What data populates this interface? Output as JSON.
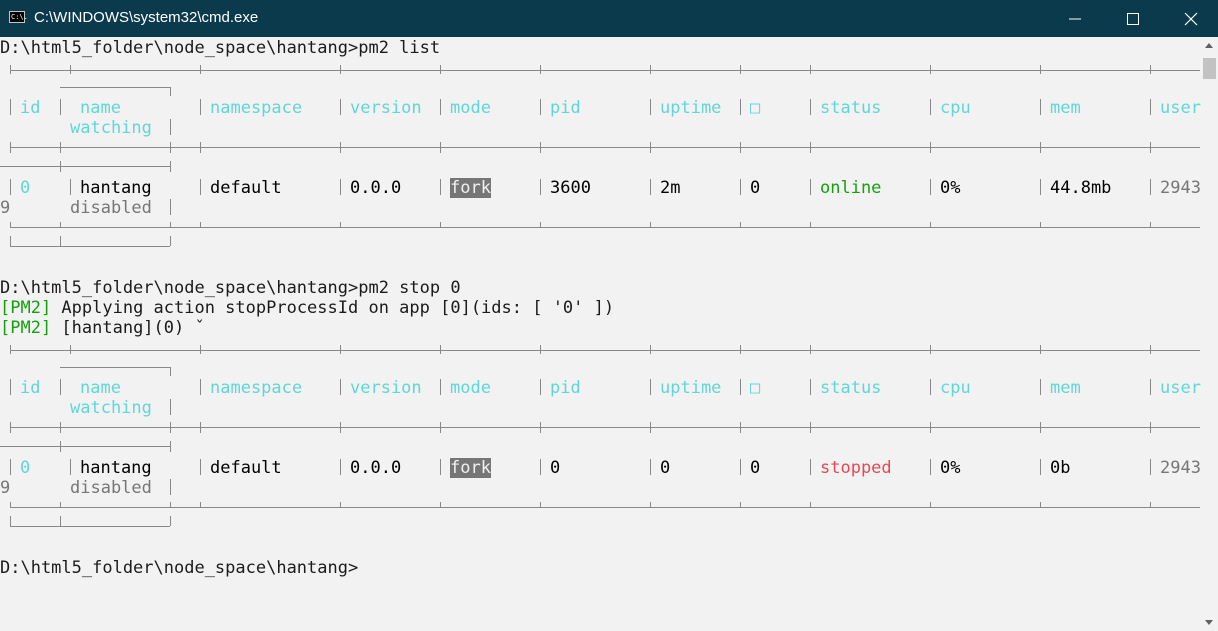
{
  "window": {
    "title": "C:\\WINDOWS\\system32\\cmd.exe",
    "icon_text": "C:\\."
  },
  "console": {
    "cmd1": {
      "prompt": "D:\\html5_folder\\node_space\\hantang>",
      "command": "pm2 list"
    },
    "cmd2": {
      "prompt": "D:\\html5_folder\\node_space\\hantang>",
      "command": "pm2 stop 0"
    },
    "msg1": {
      "tag": "[PM2]",
      "text": " Applying action stopProcessId on app [0](ids: [ '0' ])"
    },
    "msg2": {
      "tag": "[PM2]",
      "text": " [hantang](0) ˇ"
    },
    "prompt3": "D:\\html5_folder\\node_space\\hantang>"
  },
  "headers": {
    "id": "id",
    "name": "name",
    "watching": "watching",
    "namespace": "namespace",
    "version": "version",
    "mode": "mode",
    "pid": "pid",
    "uptime": "uptime",
    "restart": "□",
    "status": "status",
    "cpu": "cpu",
    "mem": "mem",
    "user": "user"
  },
  "table1": {
    "id": "0",
    "name": "hantang",
    "watching": "disabled",
    "namespace": "default",
    "version": "0.0.0",
    "mode": "fork",
    "pid": "3600",
    "uptime": "2m",
    "restart": "0",
    "status": "online",
    "cpu": "0%",
    "mem": "44.8mb",
    "user": "2943",
    "wrap": "9"
  },
  "table2": {
    "id": "0",
    "name": "hantang",
    "watching": "disabled",
    "namespace": "default",
    "version": "0.0.0",
    "mode": "fork",
    "pid": "0",
    "uptime": "0",
    "restart": "0",
    "status": "stopped",
    "cpu": "0%",
    "mem": "0b",
    "user": "2943",
    "wrap": "9"
  },
  "colors": {
    "titlebar": "#0b3a4c",
    "console_bg": "#f2f2f2",
    "header_cyan": "#61d6d6",
    "pm2_green": "#13a10e",
    "online_green": "#13a10e",
    "stopped_red": "#e74856",
    "muted_gray": "#767676"
  }
}
